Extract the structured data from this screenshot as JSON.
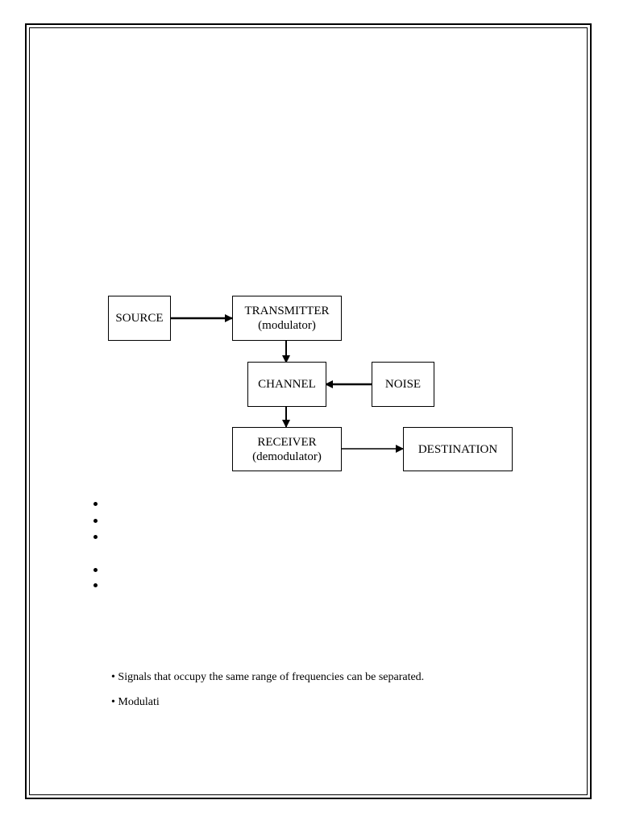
{
  "diagram": {
    "source": "SOURCE",
    "transmitter": {
      "title": "TRANSMITTER",
      "subtitle": "(modulator)"
    },
    "channel": "CHANNEL",
    "noise": "NOISE",
    "receiver": {
      "title": "RECEIVER",
      "subtitle": "(demodulator)"
    },
    "destination": "DESTINATION"
  },
  "body_text": {
    "line1": "• Signals that occupy the same range of frequencies can be separated.",
    "line2": "• Modulati"
  }
}
